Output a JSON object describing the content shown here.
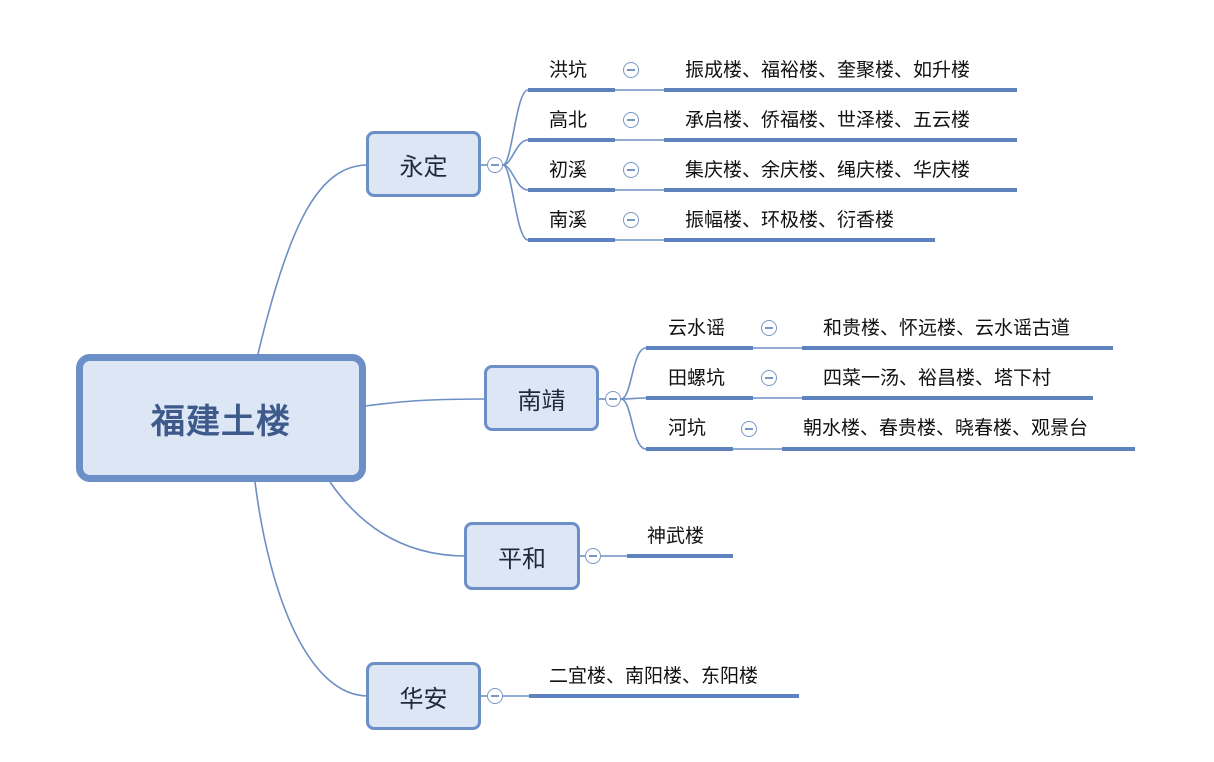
{
  "root": {
    "label": "福建土楼"
  },
  "regions": [
    {
      "label": "永定",
      "towns": [
        {
          "name": "洪坑",
          "buildings": "振成楼、福裕楼、奎聚楼、如升楼"
        },
        {
          "name": "高北",
          "buildings": "承启楼、侨福楼、世泽楼、五云楼"
        },
        {
          "name": "初溪",
          "buildings": "集庆楼、余庆楼、绳庆楼、华庆楼"
        },
        {
          "name": "南溪",
          "buildings": "振幅楼、环极楼、衍香楼"
        }
      ]
    },
    {
      "label": "南靖",
      "towns": [
        {
          "name": "云水谣",
          "buildings": "和贵楼、怀远楼、云水谣古道"
        },
        {
          "name": "田螺坑",
          "buildings": "四菜一汤、裕昌楼、塔下村"
        },
        {
          "name": "河坑",
          "buildings": "朝水楼、春贵楼、晓春楼、观景台"
        }
      ]
    },
    {
      "label": "平和",
      "leaf": "神武楼"
    },
    {
      "label": "华安",
      "leaf": "二宜楼、南阳楼、东阳楼"
    }
  ],
  "style": {
    "line_color": "#6d8fc4",
    "underline_color": "#5d82bd",
    "box_fill": "#dce6f4",
    "box_border": "#6b8fc6",
    "root_text_color": "#3d5a8a"
  }
}
